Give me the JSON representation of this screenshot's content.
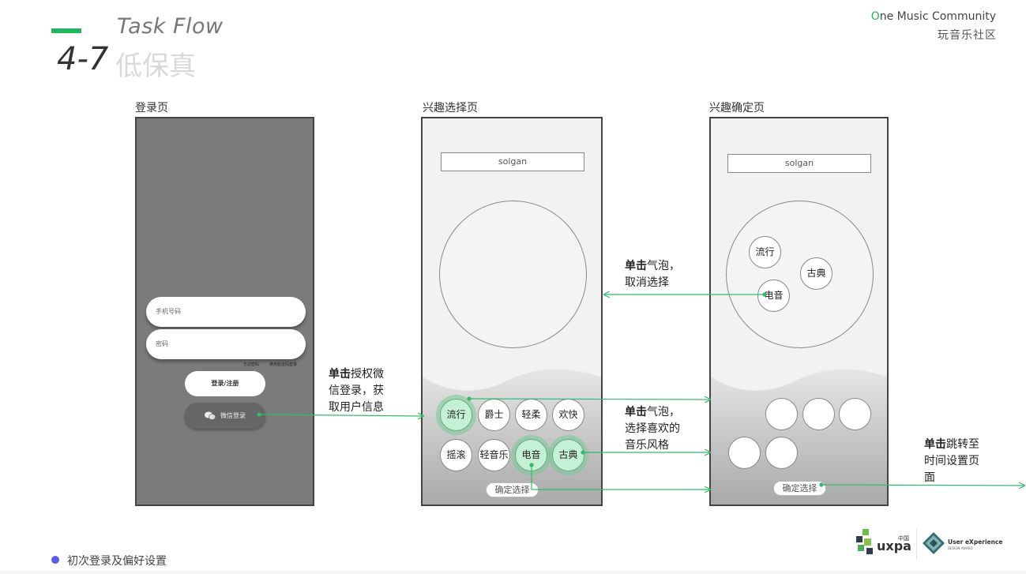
{
  "header": {
    "task_flow": "Task Flow",
    "step_number": "4-7",
    "step_title": "低保真",
    "brand_en_first": "O",
    "brand_en_rest": "ne Music Community",
    "brand_cn": "玩音乐社区"
  },
  "sections": {
    "login": "登录页",
    "interest_select": "兴趣选择页",
    "interest_confirm": "兴趣确定页"
  },
  "login_screen": {
    "phone_placeholder": "手机号码",
    "password_placeholder": "密码",
    "forgot_password": "忘记密码",
    "sms_login": "使用验证码登录",
    "login_button": "登录/注册",
    "wechat_button": "微信登录"
  },
  "select_screen": {
    "slogan": "solgan",
    "bubbles": [
      "流行",
      "爵士",
      "轻柔",
      "欢快",
      "摇滚",
      "轻音乐",
      "电音",
      "古典"
    ],
    "confirm_button": "确定选择"
  },
  "confirm_screen": {
    "slogan": "solgan",
    "bubbles": [
      "流行",
      "古典",
      "电音"
    ],
    "confirm_button": "确定选择"
  },
  "notes": {
    "wechat_bold": "单击",
    "wechat_rest_1": "授权微",
    "wechat_line_2": "信登录，获",
    "wechat_line_3": "取用户信息",
    "cancel_bold": "单击",
    "cancel_rest_1": "气泡，",
    "cancel_line_2": "取消选择",
    "choose_bold": "单击",
    "choose_rest_1": "气泡，",
    "choose_line_2": "选择喜欢的",
    "choose_line_3": "音乐风格",
    "jump_bold": "单击",
    "jump_rest_1": "跳转至",
    "jump_line_2": "时间设置页",
    "jump_line_3": "面"
  },
  "footer": {
    "caption": "初次登录及偏好设置"
  },
  "logos": {
    "uxpa_text": "uxpa",
    "uxpa_cn": "中国",
    "ux_award": "User eXperience",
    "ux_award_sub": "DESIGN AWARD"
  },
  "colors": {
    "accent": "#1fb85a",
    "arrow": "#2ebd6b",
    "footer_dot": "#5b5bea"
  }
}
